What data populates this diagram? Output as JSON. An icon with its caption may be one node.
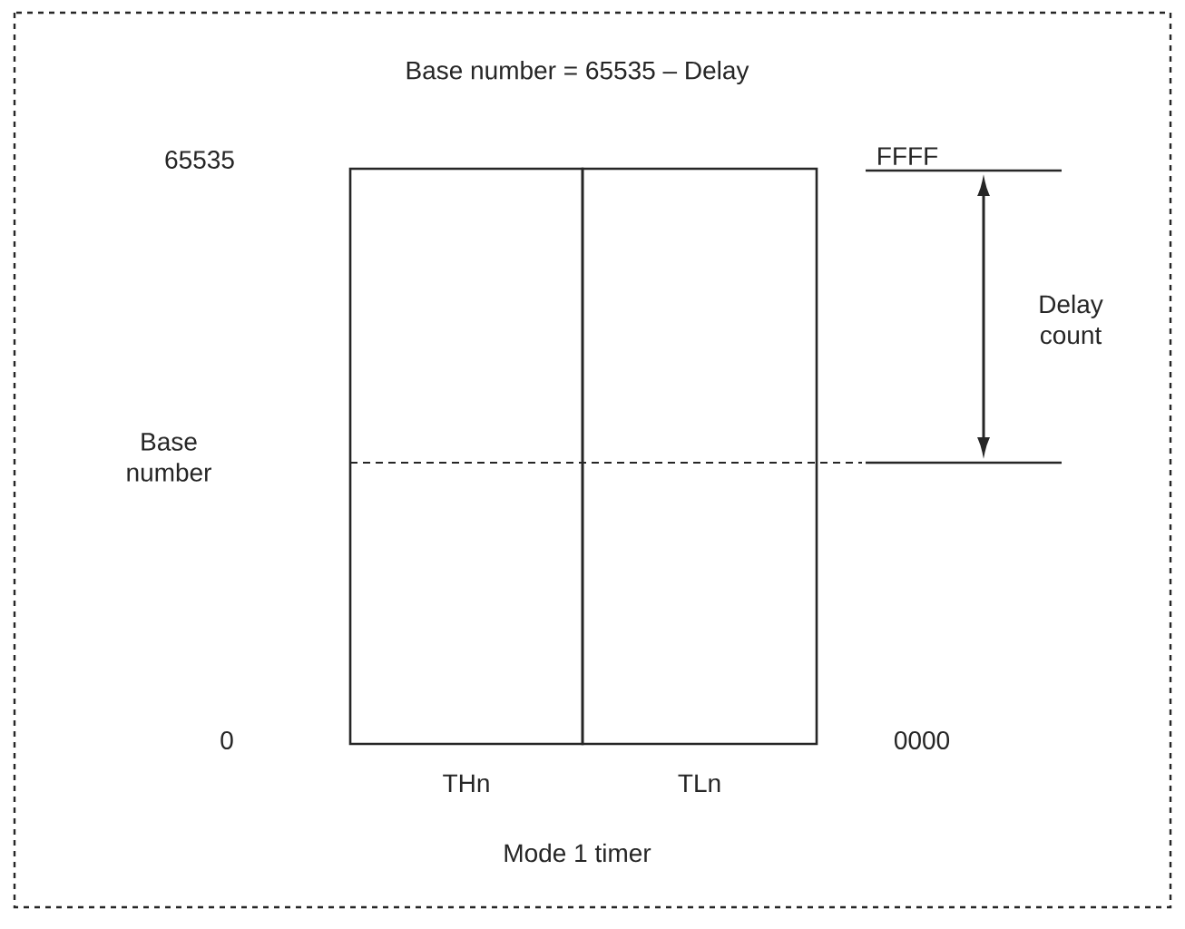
{
  "diagram": {
    "title": "Base number = 65535 – Delay",
    "caption": "Mode 1 timer",
    "nodes": [
      {
        "text": [
          "THn"
        ]
      },
      {
        "text": [
          "TLn"
        ]
      }
    ],
    "labels": [
      "65535",
      "FFFF",
      "Delay count",
      "Base number",
      "0",
      "0000"
    ]
  }
}
